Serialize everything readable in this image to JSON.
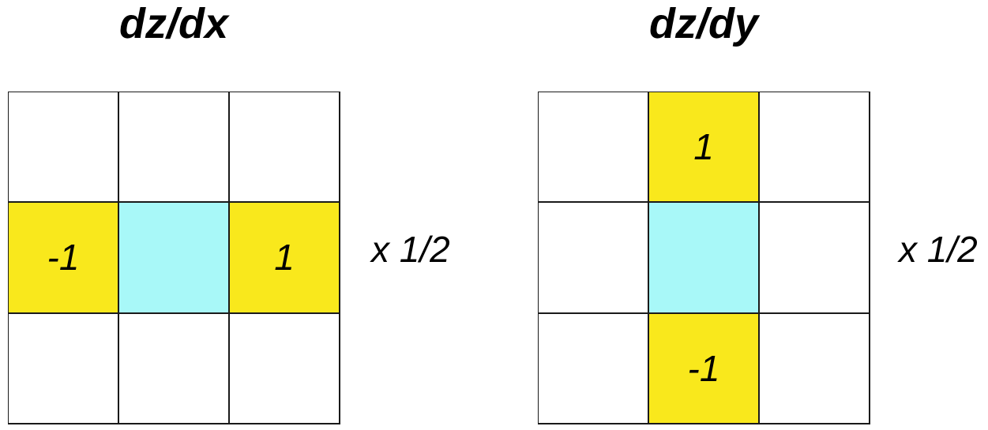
{
  "colors": {
    "yellow": "#f9e81c",
    "cyan": "#a8f8f8",
    "white": "#ffffff"
  },
  "panels": [
    {
      "title": "dz/dx",
      "scale": "x 1/2",
      "cells": [
        {
          "value": "",
          "fill": "white"
        },
        {
          "value": "",
          "fill": "white"
        },
        {
          "value": "",
          "fill": "white"
        },
        {
          "value": "-1",
          "fill": "yellow"
        },
        {
          "value": "",
          "fill": "cyan"
        },
        {
          "value": "1",
          "fill": "yellow"
        },
        {
          "value": "",
          "fill": "white"
        },
        {
          "value": "",
          "fill": "white"
        },
        {
          "value": "",
          "fill": "white"
        }
      ]
    },
    {
      "title": "dz/dy",
      "scale": "x 1/2",
      "cells": [
        {
          "value": "",
          "fill": "white"
        },
        {
          "value": "1",
          "fill": "yellow"
        },
        {
          "value": "",
          "fill": "white"
        },
        {
          "value": "",
          "fill": "white"
        },
        {
          "value": "",
          "fill": "cyan"
        },
        {
          "value": "",
          "fill": "white"
        },
        {
          "value": "",
          "fill": "white"
        },
        {
          "value": "-1",
          "fill": "yellow"
        },
        {
          "value": "",
          "fill": "white"
        }
      ]
    }
  ]
}
